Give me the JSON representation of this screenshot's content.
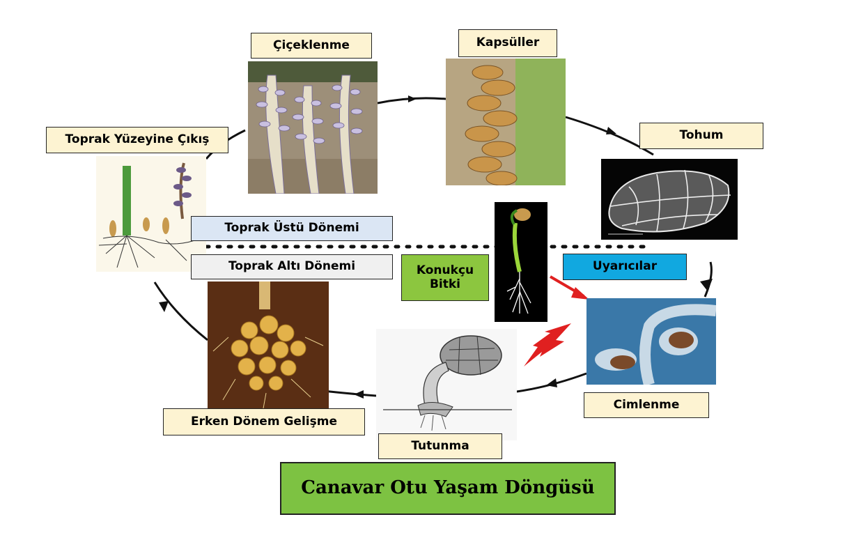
{
  "title": "Canavar Otu Yaşam Döngüsü",
  "stages": {
    "flowering": "Çiçeklenme",
    "capsules": "Kapsüller",
    "seed": "Tohum",
    "germination": "Cimlenme",
    "attachment": "Tutunma",
    "early_development": "Erken Dönem Gelişme",
    "emergence": "Toprak Yüzeyine Çıkış"
  },
  "periods": {
    "above_ground": "Toprak Üstü Dönemi",
    "below_ground": "Toprak Altı Dönemi"
  },
  "host_plant": "Konukçu\nBitki",
  "stimulants": "Uyarıcılar",
  "colors": {
    "cream_label": "#fdf3d2",
    "title_green": "#7dc242",
    "host_green": "#8cc63f",
    "stimulant_blue": "#11a8e0",
    "above_ground_blue": "#dbe6f4",
    "below_ground_gray": "#f0f0f0",
    "arrow_red": "#e02020"
  }
}
